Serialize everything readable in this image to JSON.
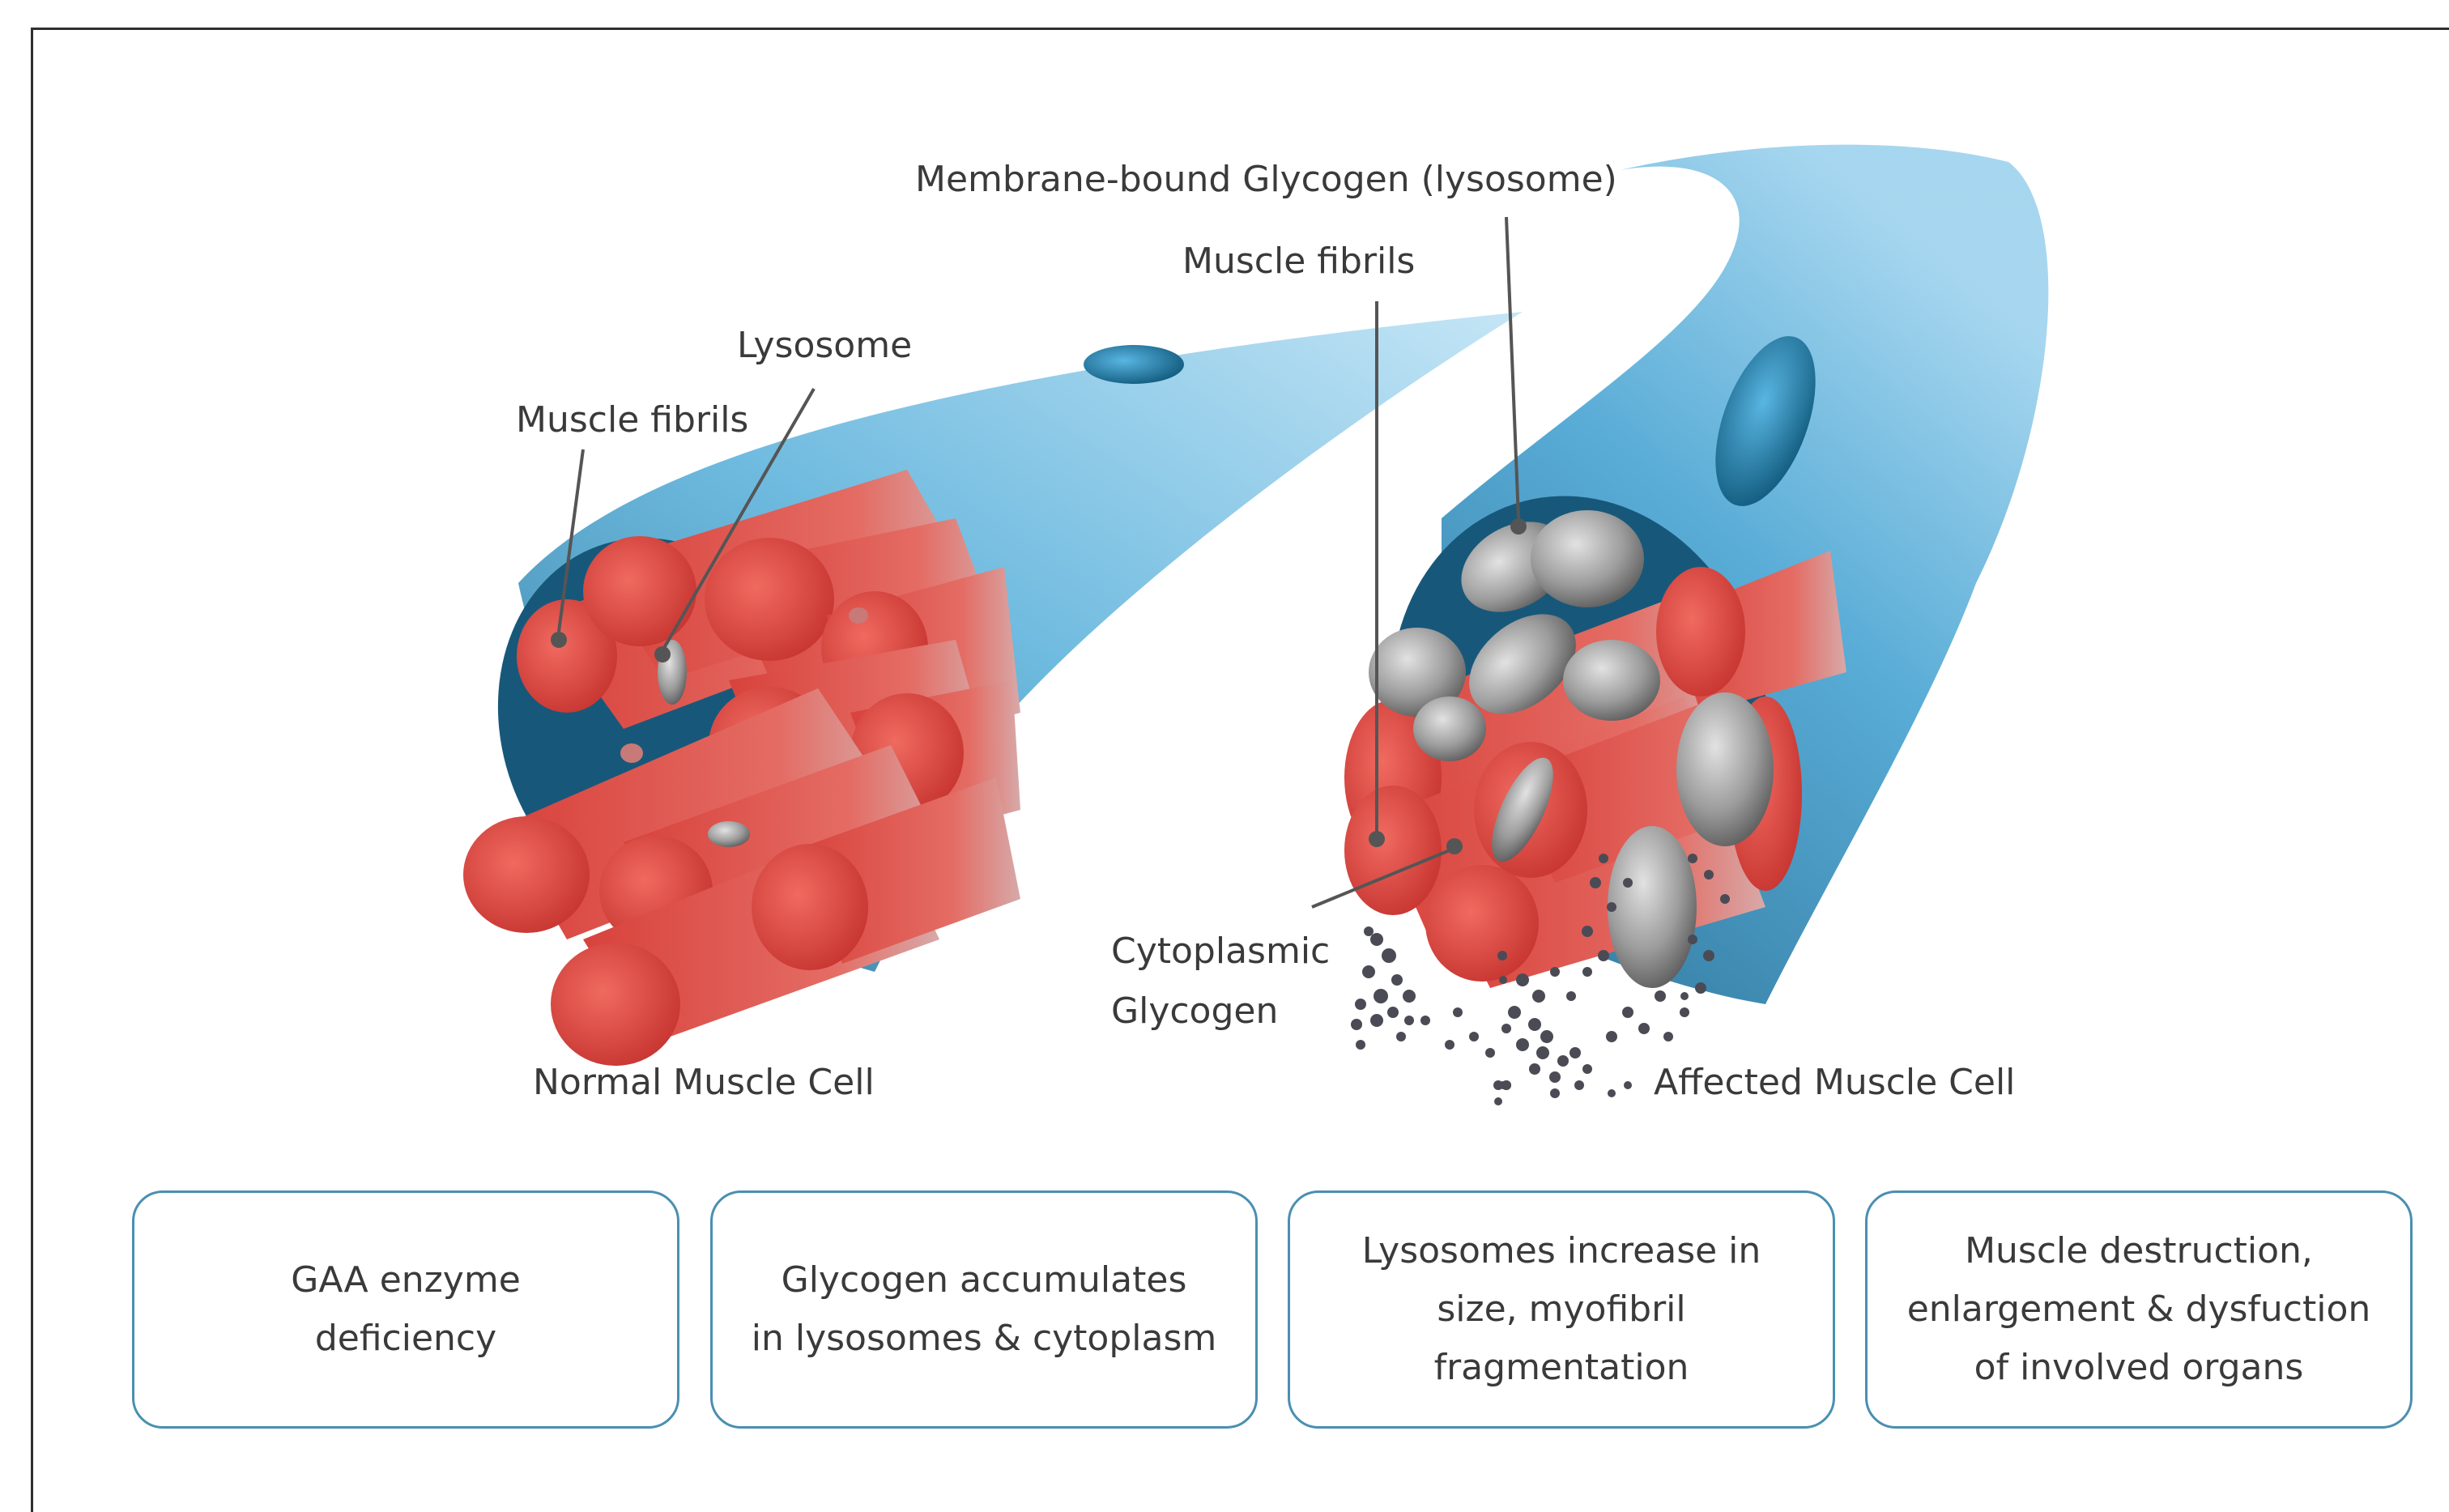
{
  "labels": {
    "membrane_bound_glycogen": "Membrane-bound Glycogen (lysosome)",
    "muscle_fibrils_right": "Muscle fibrils",
    "lysosome": "Lysosome",
    "muscle_fibrils_left": "Muscle fibrils",
    "cytoplasmic_line1": "Cytoplasmic",
    "cytoplasmic_line2": "Glycogen",
    "normal_cell": "Normal Muscle Cell",
    "affected_cell": "Affected Muscle Cell"
  },
  "steps": [
    {
      "line1": "GAA enzyme",
      "line2": "deficiency",
      "line3": ""
    },
    {
      "line1": "Glycogen accumulates",
      "line2": "in lysosomes & cytoplasm",
      "line3": ""
    },
    {
      "line1": "Lysosomes increase in",
      "line2": "size, myofibril fragmentation",
      "line3": ""
    },
    {
      "line1": "Muscle destruction,",
      "line2": "enlargement & dysfuction",
      "line3": "of involved organs"
    }
  ],
  "colors": {
    "fibril_red": "#e04b45",
    "membrane_blue": "#2f8fbf",
    "glycogen_gray": "#9a9a9a",
    "box_border": "#4a8fb1"
  }
}
